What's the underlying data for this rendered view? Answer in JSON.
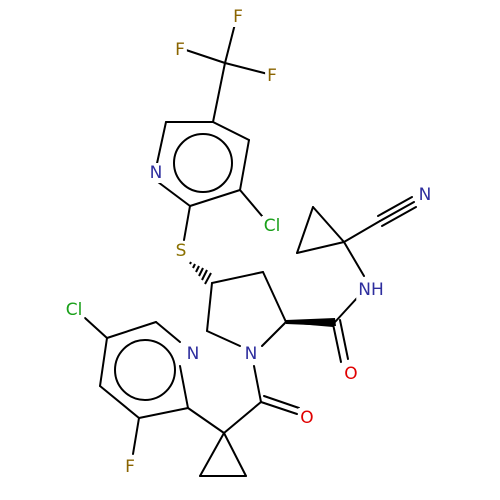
{
  "colors": {
    "N": "#2e2e9e",
    "O": "#e00000",
    "S": "#8a7000",
    "F": "#8a6400",
    "Cl": "#1aa01a",
    "bond": "#000000"
  },
  "atoms": [
    {
      "id": "F1",
      "label": "F",
      "element": "F"
    },
    {
      "id": "F2",
      "label": "F",
      "element": "F"
    },
    {
      "id": "F3",
      "label": "F",
      "element": "F"
    },
    {
      "id": "N_pyr_top",
      "label": "N",
      "element": "N"
    },
    {
      "id": "Cl_top",
      "label": "Cl",
      "element": "Cl"
    },
    {
      "id": "N_nitrile",
      "label": "N",
      "element": "N"
    },
    {
      "id": "S",
      "label": "S",
      "element": "S"
    },
    {
      "id": "NH",
      "label": "NH",
      "element": "N"
    },
    {
      "id": "Cl_left",
      "label": "Cl",
      "element": "Cl"
    },
    {
      "id": "N_pyr_left",
      "label": "N",
      "element": "N"
    },
    {
      "id": "N_pyrrolidine",
      "label": "N",
      "element": "N"
    },
    {
      "id": "O_amide",
      "label": "O",
      "element": "O"
    },
    {
      "id": "O_ketone",
      "label": "O",
      "element": "O"
    },
    {
      "id": "F_left",
      "label": "F",
      "element": "F"
    }
  ]
}
